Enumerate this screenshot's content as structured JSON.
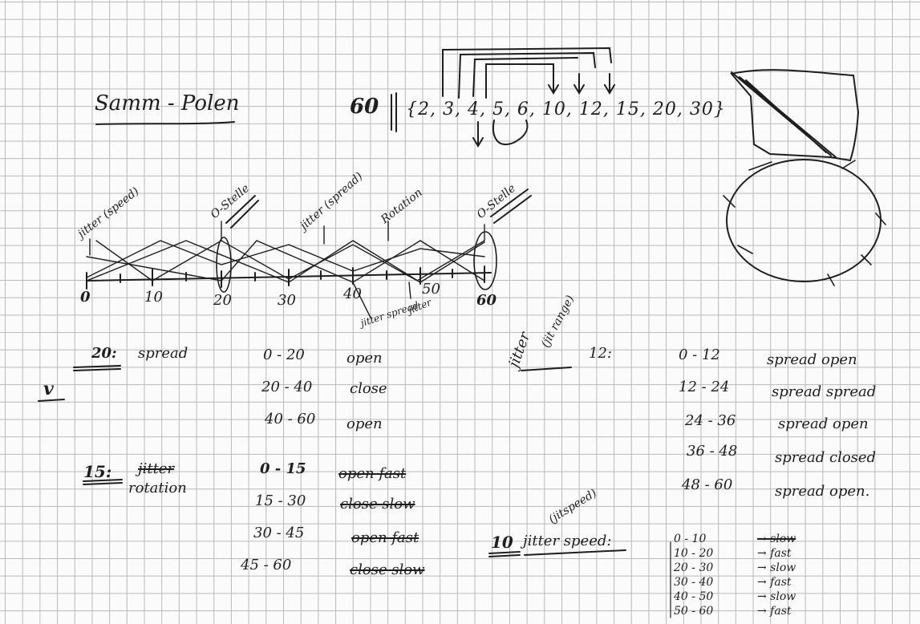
{
  "title": "Samm - Polen",
  "divisors": {
    "number": "60",
    "list": "{2, 3, 4, 5, 6, 10, 12, 15, 20, 30}"
  },
  "timeline": {
    "ticks": [
      "0",
      "10",
      "20",
      "30",
      "40",
      "50",
      "60"
    ],
    "annotations": {
      "jitter_speed": "jitter (speed)",
      "ostelle_1": "O-Stelle",
      "jitter_spread": "jitter (spread)",
      "rotation": "Rotation",
      "ostelle_2": "O-Stelle",
      "jitter_spread_low": "jitter spread",
      "jitter_low": "jitter"
    }
  },
  "section_20": {
    "key": "20:",
    "label": "spread",
    "check": "v",
    "rows": [
      {
        "range": "0 - 20",
        "state": "open"
      },
      {
        "range": "20 - 40",
        "state": "close"
      },
      {
        "range": "40 - 60",
        "state": "open"
      }
    ]
  },
  "section_15": {
    "key": "15:",
    "label_struck": "jitter",
    "label": "rotation",
    "rows": [
      {
        "range": "0 - 15",
        "state": "open fast"
      },
      {
        "range": "15 - 30",
        "state": "close slow"
      },
      {
        "range": "30 - 45",
        "state": "open fast"
      },
      {
        "range": "45 - 60",
        "state": "close slow"
      }
    ]
  },
  "section_12": {
    "label": "jitter",
    "note": "(jit range)",
    "key": "12:",
    "rows": [
      {
        "range": "0 - 12",
        "state": "spread open"
      },
      {
        "range": "12 - 24",
        "state": "spread spread"
      },
      {
        "range": "24 - 36",
        "state": "spread open"
      },
      {
        "range": "36 - 48",
        "state": "spread closed"
      },
      {
        "range": "48 - 60",
        "state": "spread open."
      }
    ]
  },
  "section_10": {
    "key": "10",
    "label": "jitter speed:",
    "note": "(jitspeed)",
    "rows": [
      {
        "range": "0 - 10",
        "state": "→ slow"
      },
      {
        "range": "10 - 20",
        "state": "→ fast"
      },
      {
        "range": "20 - 30",
        "state": "→ slow"
      },
      {
        "range": "30 - 40",
        "state": "→ fast"
      },
      {
        "range": "40 - 50",
        "state": "→ slow"
      },
      {
        "range": "50 - 60",
        "state": "→ fast"
      }
    ]
  }
}
